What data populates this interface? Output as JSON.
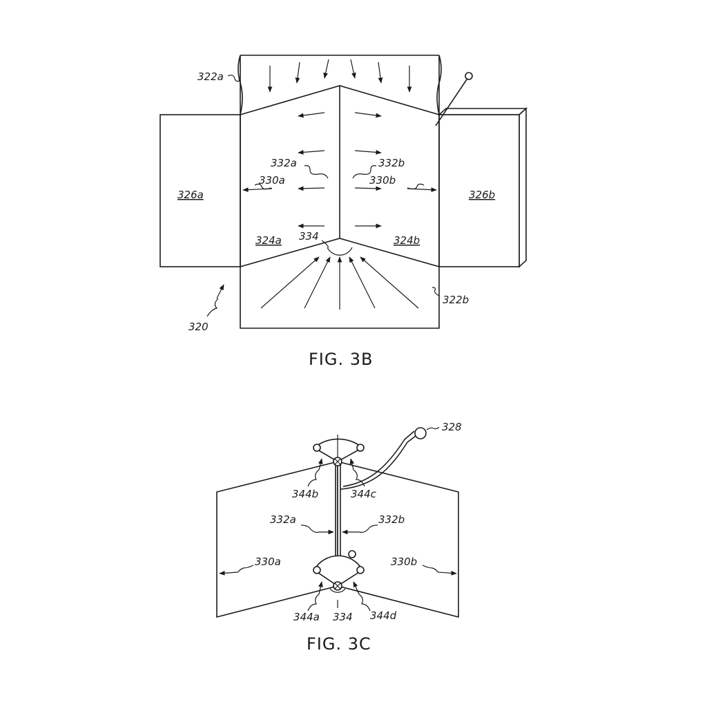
{
  "figures": [
    {
      "caption": "FIG. 3B",
      "labels": {
        "r320": "320",
        "r322a": "322a",
        "r322b": "322b",
        "r324a": "324a",
        "r324b": "324b",
        "r326a": "326a",
        "r326b": "326b",
        "r330a": "330a",
        "r330b": "330b",
        "r332a": "332a",
        "r332b": "332b",
        "r334": "334"
      }
    },
    {
      "caption": "FIG. 3C",
      "labels": {
        "r328": "328",
        "r330a": "330a",
        "r330b": "330b",
        "r332a": "332a",
        "r332b": "332b",
        "r334": "334",
        "r344a": "344a",
        "r344b": "344b",
        "r344c": "344c",
        "r344d": "344d"
      }
    }
  ]
}
